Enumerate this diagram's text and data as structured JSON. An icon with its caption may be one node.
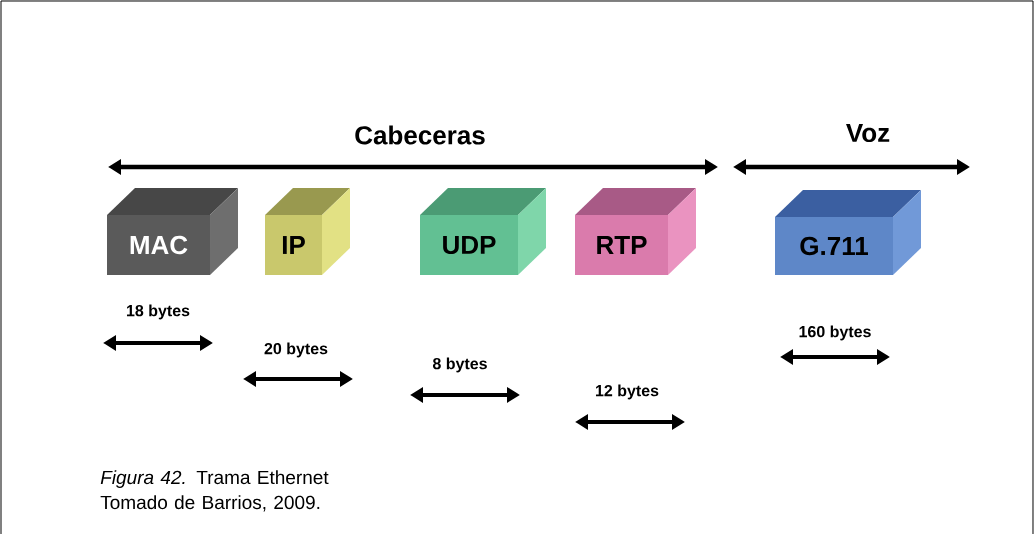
{
  "diagram": {
    "caption": "*Figura 42.* Trama Ethernet Tomado de Barrios, 2009.",
    "nodes": [
      {
        "text": [
          "MAC"
        ]
      },
      {
        "text": [
          "IP"
        ]
      },
      {
        "text": [
          "UDP"
        ]
      },
      {
        "text": [
          "RTP"
        ]
      },
      {
        "text": [
          "G.711"
        ]
      }
    ],
    "labels": [
      "Cabeceras",
      "Voz",
      "18 bytes",
      "160 bytes",
      "20 bytes",
      "8 bytes",
      "12 bytes"
    ]
  }
}
